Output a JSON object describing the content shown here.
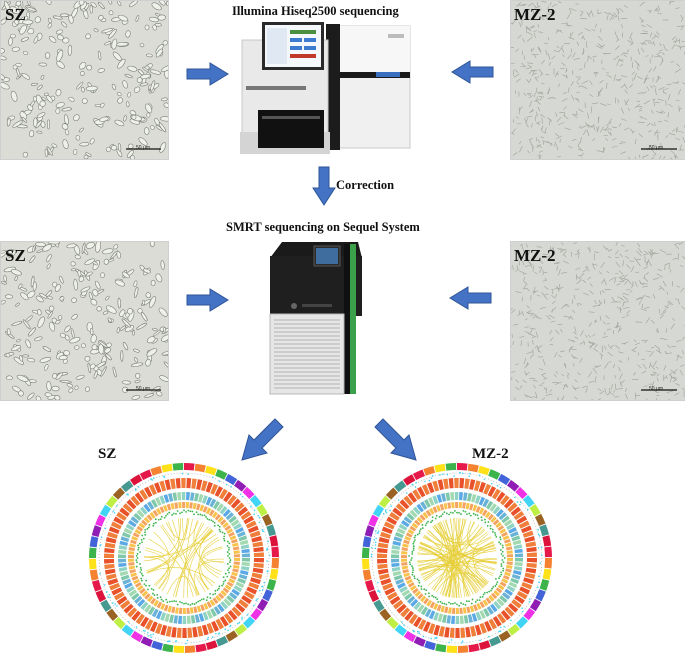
{
  "row1": {
    "title": "Illumina Hiseq2500 sequencing",
    "left_label": "SZ",
    "right_label": "MZ-2",
    "left_scale": "50 μm",
    "right_scale": "50 μm"
  },
  "correction": {
    "label": "Correction"
  },
  "row2": {
    "title": "SMRT sequencing on Sequel System",
    "left_label": "SZ",
    "right_label": "MZ-2",
    "left_scale": "50 μm",
    "right_scale": "50 μm"
  },
  "row3": {
    "left_label": "SZ",
    "right_label": "MZ-2"
  },
  "colors": {
    "arrow": "#4472c4",
    "arrow_edge": "#2f5597",
    "micrograph_bg": "#dcdcd6"
  }
}
